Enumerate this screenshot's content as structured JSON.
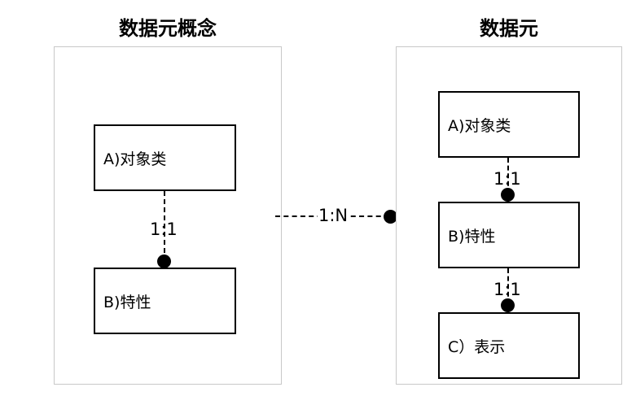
{
  "left": {
    "title": "数据元概念",
    "box_a": "A)对象类",
    "box_b": "B)特性",
    "cardinality": "1:1"
  },
  "right": {
    "title": "数据元",
    "box_a": "A)对象类",
    "box_b": "B)特性",
    "box_c": "C）表示",
    "cardinality_ab": "1:1",
    "cardinality_bc": "1:1"
  },
  "connector": {
    "cardinality": "1:N"
  }
}
